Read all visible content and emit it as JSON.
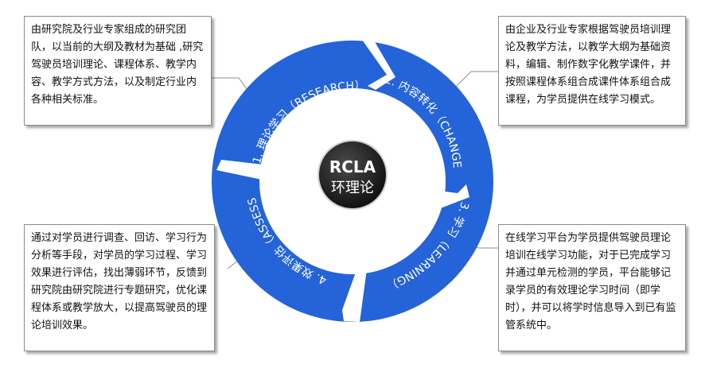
{
  "center": {
    "line1": "RCLA",
    "line2": "环理论"
  },
  "segments": [
    {
      "label": "1. 理论学习（RESEARCH）"
    },
    {
      "label": "2. 内容转化（CHANGE）"
    },
    {
      "label": "3. 学习（LEARNING）"
    },
    {
      "label": "4. 效果评估（ASSESS）"
    }
  ],
  "callouts": {
    "research": "由研究院及行业专家组成的研究团队，以当前的大纲及教材为基础 ,研究驾驶员培训理论、课程体系、教学内容、教学方式方法，以及制定行业内各种相关标准。",
    "change": "由企业及行业专家根据驾驶员培训理论及教学方法，以教学大纲为基础资料，编辑、制作数字化教学课件，并按照课程体系组合成课件体系组合成课程，为学员提供在线学习模式。",
    "learning": "在线学习平台为学员提供驾驶员理论培训在线学习功能，对于已完成学习并通过单元检测的学员，平台能够记录学员的有效理论学习时间（即学时），并可以将学时信息导入到已有监管系统中。",
    "assess": "通过对学员进行调查、回访、学习行为分析等手段，对学员的学习过程、学习效果进行评估，找出薄弱环节，反馈到研究院由研究院进行专题研究，优化课程体系或教学放大，以提高驾驶员的理论培训效果。"
  },
  "colors": {
    "ring": "#2563d8",
    "ring_dark": "#1d4fb8",
    "center": "#1a1a1a",
    "callout_border": "#8c8c8c"
  }
}
